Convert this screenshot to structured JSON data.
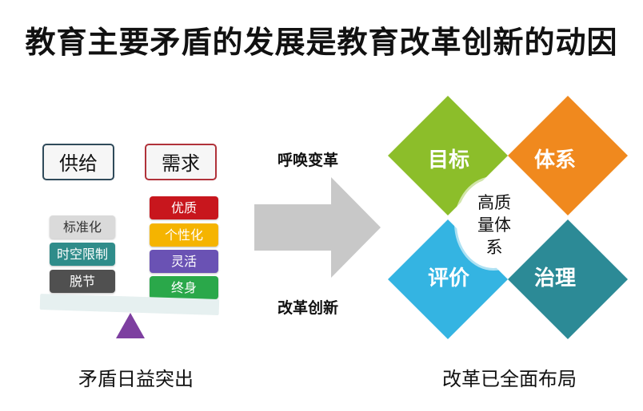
{
  "title": "教育主要矛盾的发展是教育改革创新的动因",
  "left_panel": {
    "supply_label": "供给",
    "demand_label": "需求",
    "supply_blocks": [
      {
        "label": "标准化",
        "color": "#dadada",
        "text_color": "#333333"
      },
      {
        "label": "时空限制",
        "color": "#2f8c8a",
        "text_color": "#ffffff"
      },
      {
        "label": "脱节",
        "color": "#505050",
        "text_color": "#ffffff"
      }
    ],
    "demand_blocks": [
      {
        "label": "优质",
        "color": "#c8161d",
        "text_color": "#ffffff"
      },
      {
        "label": "个性化",
        "color": "#f5b400",
        "text_color": "#ffffff"
      },
      {
        "label": "灵活",
        "color": "#6a52b4",
        "text_color": "#ffffff"
      },
      {
        "label": "终身",
        "color": "#2aa84a",
        "text_color": "#ffffff"
      }
    ],
    "caption": "矛盾日益突出",
    "fulcrum_color": "#7d3fa0"
  },
  "arrow": {
    "top_label": "呼唤变革",
    "bottom_label": "改革创新",
    "color": "#c8c8c8"
  },
  "right_panel": {
    "petals": [
      {
        "label": "目标",
        "color": "#8cbe2a"
      },
      {
        "label": "体系",
        "color": "#f0891e"
      },
      {
        "label": "评价",
        "color": "#34b4e2"
      },
      {
        "label": "治理",
        "color": "#2c8a96"
      }
    ],
    "center_label": "高质量体系",
    "caption": "改革已全面布局"
  }
}
